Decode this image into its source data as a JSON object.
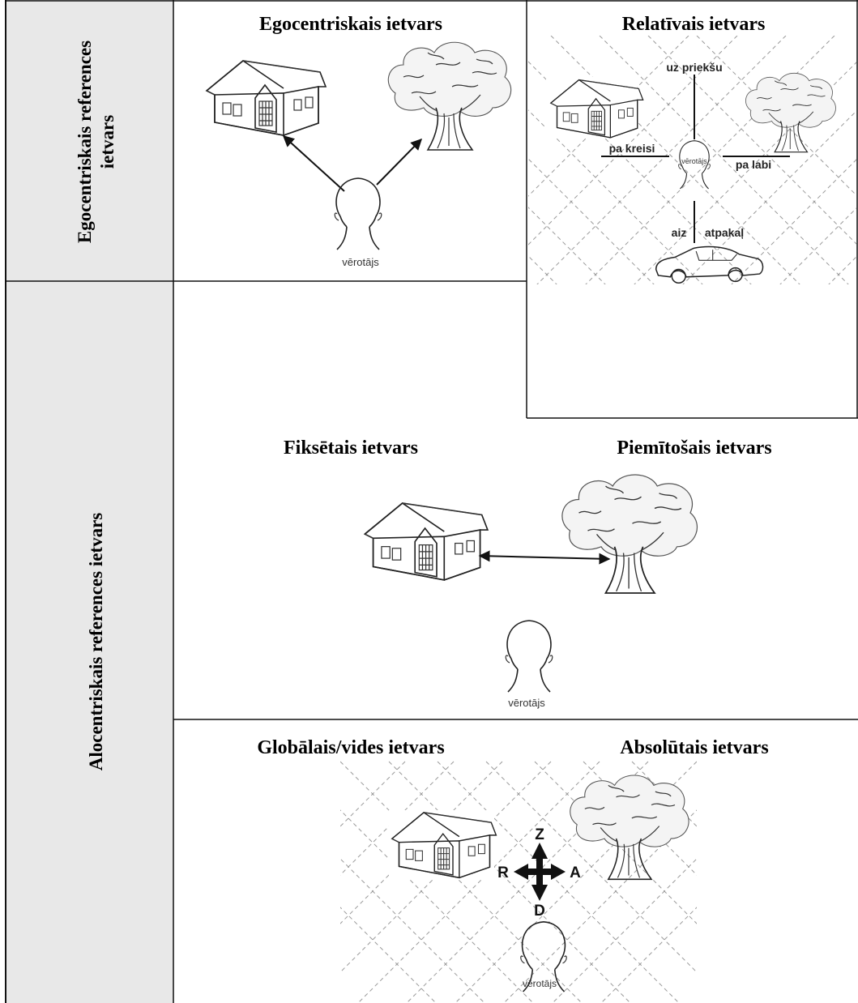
{
  "row_headers": {
    "egocentric": [
      "Egocentriskais references",
      "ietvars"
    ],
    "allocentric": "Alocentriskais references ietvars"
  },
  "panels": {
    "egocentric": {
      "title": "Egocentriskais ietvars",
      "observer_label": "vērotājs"
    },
    "relative": {
      "title": "Relatīvais ietvars",
      "front_label": "uz priekšu",
      "left_label": "pa kreisi",
      "right_label": "pa labi",
      "behind_label_1": "aiz",
      "behind_label_2": "atpakaļ",
      "observer_label": "vērotājs"
    },
    "fixed": {
      "title": "Fiksētais ietvars",
      "title_2": "Piemītošais ietvars",
      "observer_label": "vērotājs"
    },
    "global": {
      "title": "Globālais/vides ietvars",
      "title_2": "Absolūtais ietvars",
      "north": "Z",
      "south": "D",
      "west": "R",
      "east": "A",
      "observer_label": "vērotājs"
    }
  },
  "colors": {
    "header_bg": "#e8e8e8",
    "border": "#111111",
    "hatch": "#9a9a9a"
  },
  "icons": [
    "house-icon",
    "tree-icon",
    "head-icon",
    "car-icon",
    "compass-arrows-icon"
  ]
}
